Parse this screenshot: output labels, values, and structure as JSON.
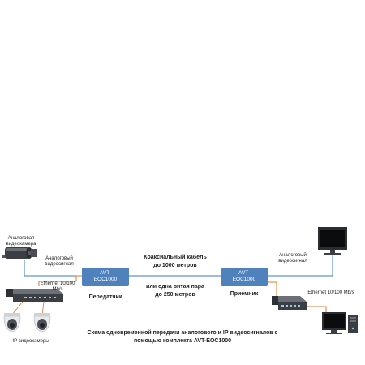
{
  "labels": {
    "analog_camera": "Аналоговая видеокамера",
    "analog_signal_left": "Аналоговый видеосигнал",
    "analog_signal_right": "Аналоговый видеосигнал",
    "ethernet_left": "Ethernet 10/100 Mb/s",
    "ethernet_right": "Ethernet 10/100 Mb/s",
    "ip_cameras": "IP видеокамеры",
    "transmitter": "Передатчик",
    "receiver": "Приемник",
    "coax_line1": "Коаксиальный кабель",
    "coax_line2": "до 1000 метров",
    "twisted_line1": "или одна витая пара",
    "twisted_line2": "до 250 метров",
    "caption_line1": "Схема одновременной передачи аналогового и IP видеосигналов с",
    "caption_line2": "помощью комплекта AVT-EOC1000",
    "dots": "........"
  },
  "boxes": {
    "left_line1": "AVT-",
    "left_line2": "EOC1000",
    "right_line1": "AVT-",
    "right_line2": "EOC1000"
  },
  "colors": {
    "box_blue": "#4f81bd",
    "analog_line": "#3a78c8",
    "ethernet_line": "#e07830",
    "device_dark": "#3b3f44"
  }
}
